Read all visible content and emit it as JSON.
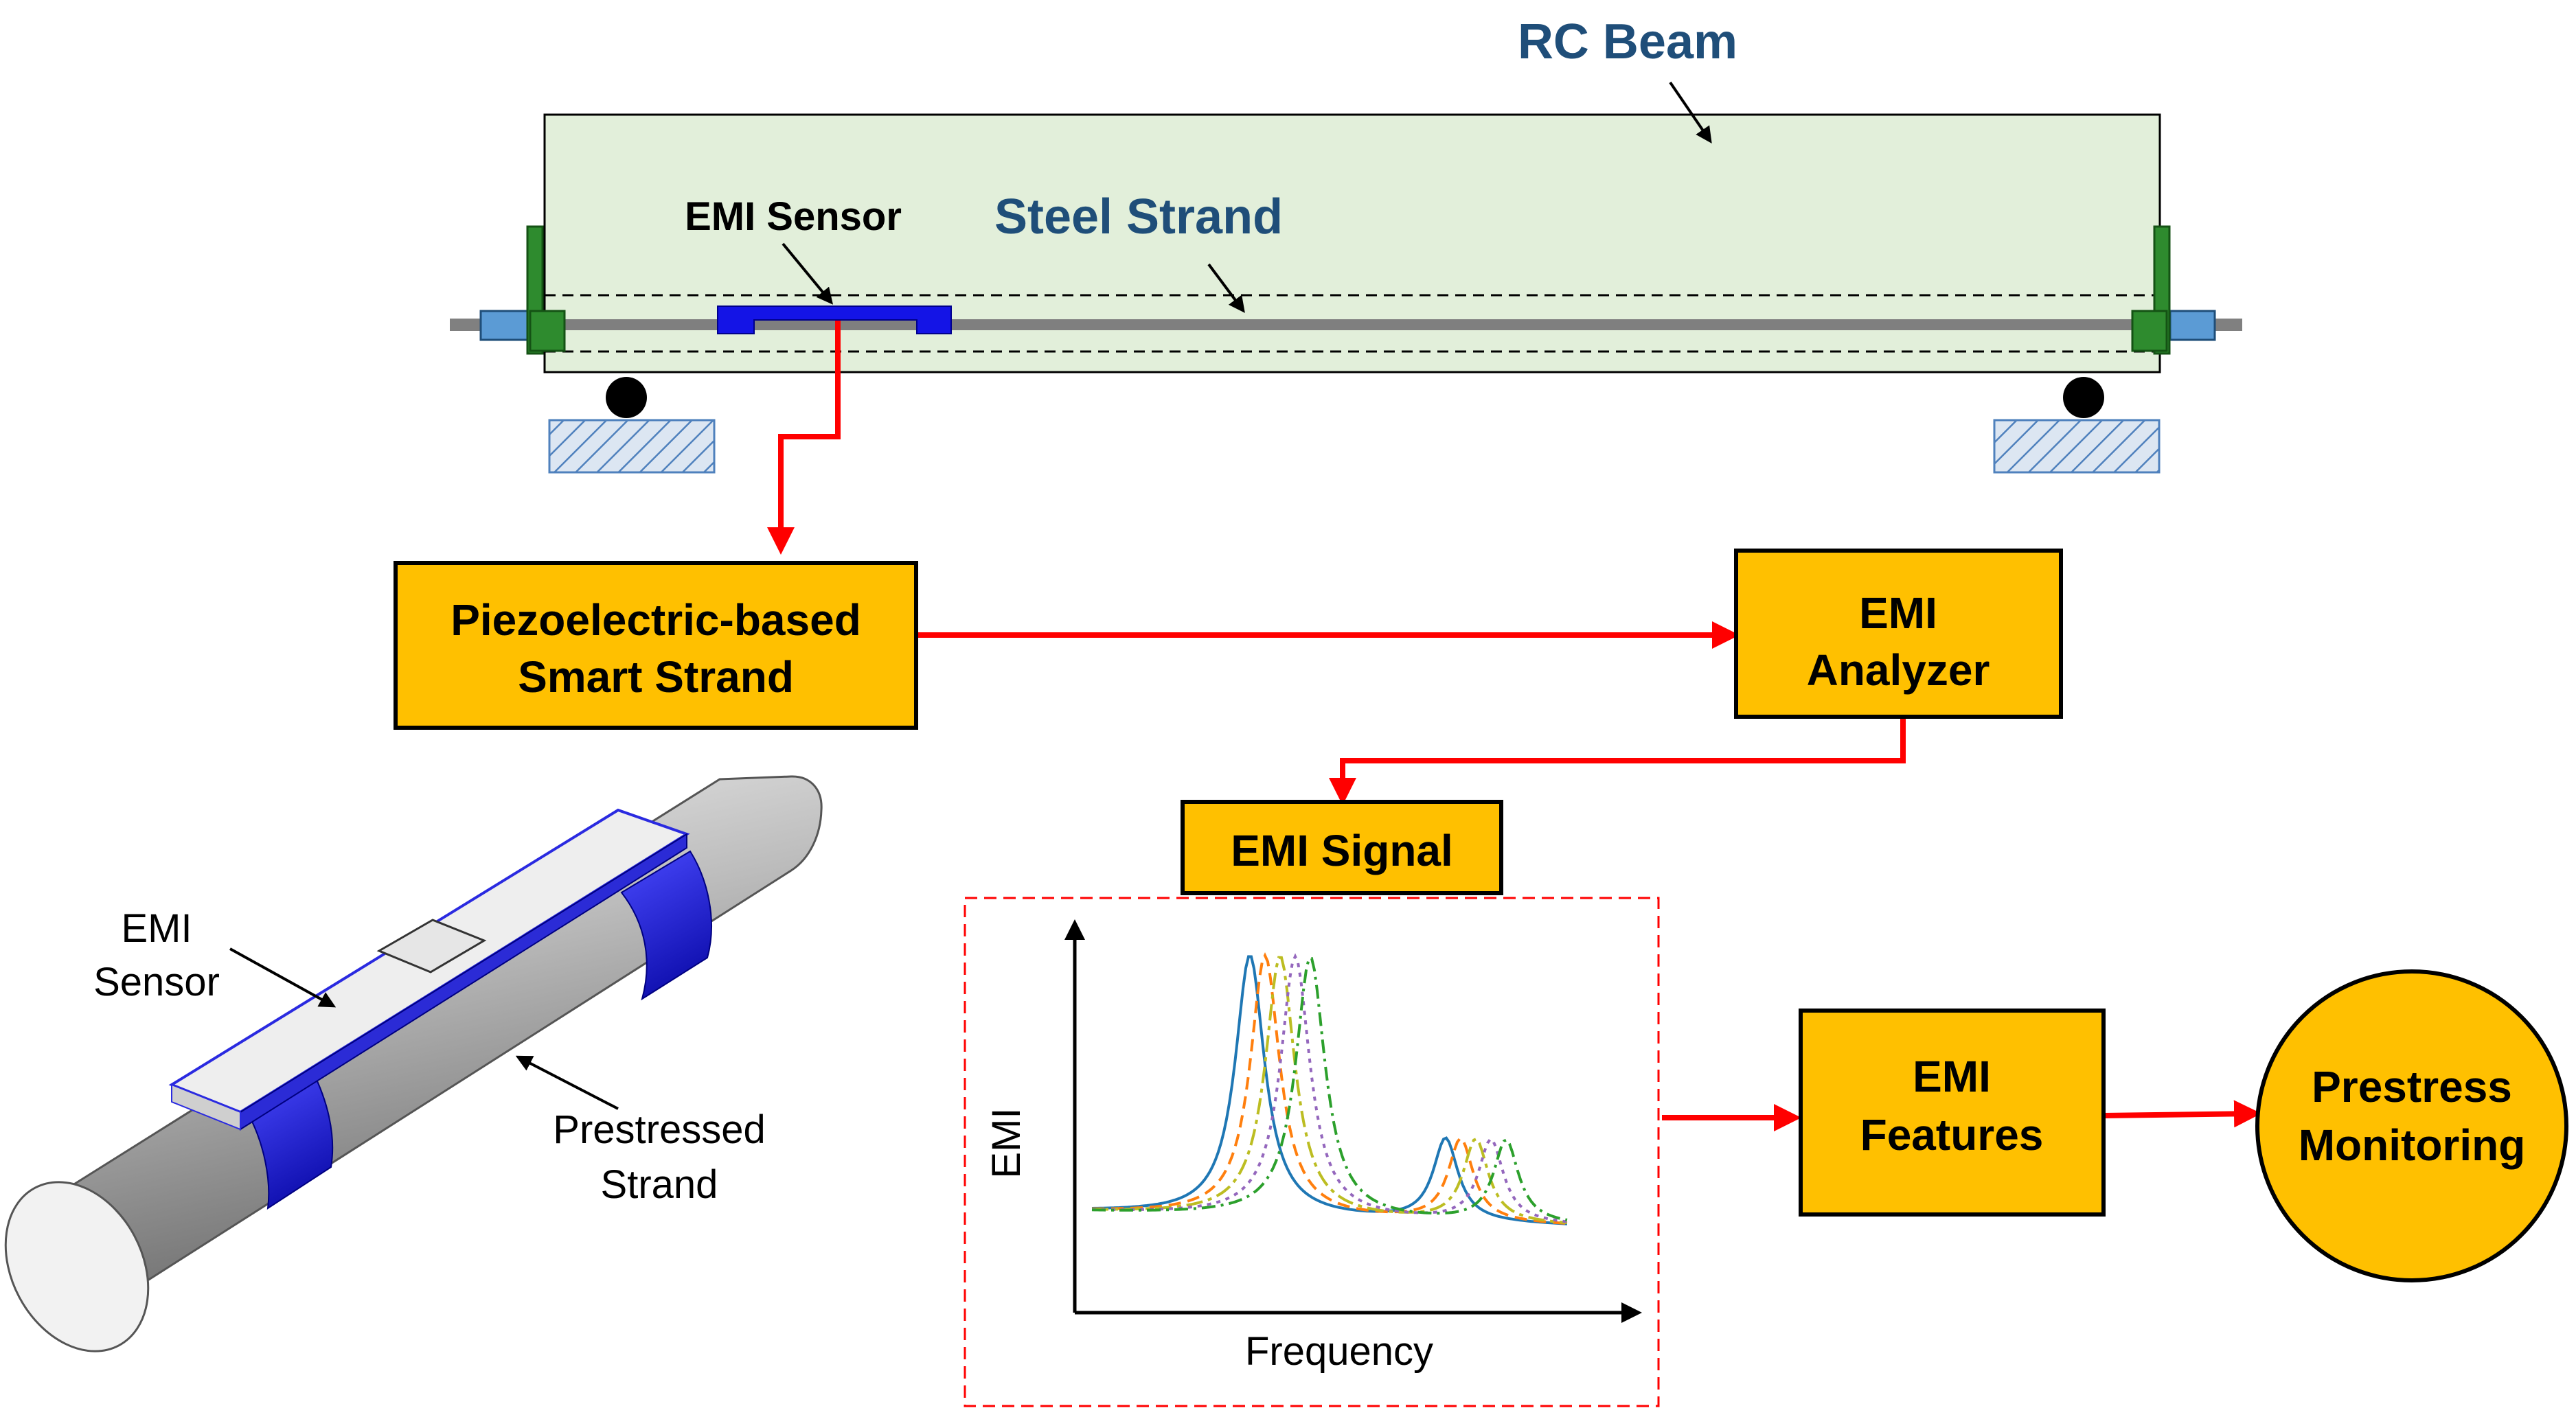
{
  "beam": {
    "title": "RC Beam",
    "sensor_label": "EMI Sensor",
    "strand_label": "Steel Strand"
  },
  "boxes": {
    "smart_strand": [
      "Piezoelectric-based",
      "Smart Strand"
    ],
    "analyzer": [
      "EMI",
      "Analyzer"
    ],
    "signal": "EMI Signal",
    "features": [
      "EMI",
      "Features"
    ],
    "monitoring": [
      "Prestress",
      "Monitoring"
    ]
  },
  "strand_model": {
    "sensor_label": [
      "EMI",
      "Sensor"
    ],
    "strand_label": [
      "Prestressed",
      "Strand"
    ]
  },
  "signal_plot": {
    "ylabel": "EMI",
    "xlabel": "Frequency"
  },
  "colors": {
    "box_fill": "#FFC000",
    "arrow": "#FF0000",
    "beam_fill": "#E2EFDA",
    "title_blue": "#1F4E79",
    "sensor_blue": "#1414E6",
    "series": [
      "#1F77B4",
      "#FF7F0E",
      "#BCBD22",
      "#9467BD",
      "#2CA02C"
    ]
  }
}
